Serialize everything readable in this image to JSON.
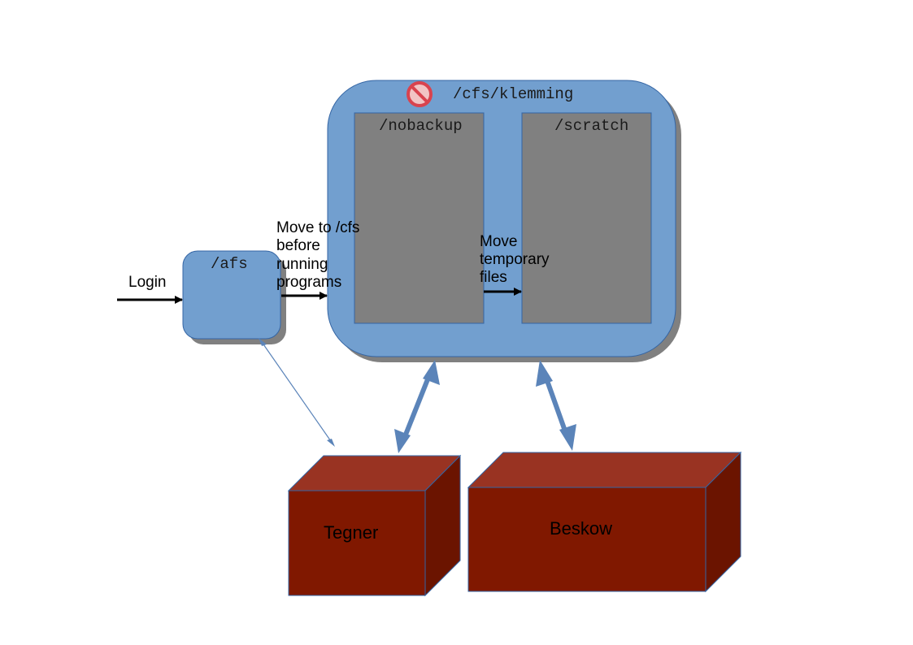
{
  "colors": {
    "storage_fill": "#729fcf",
    "storage_stroke": "#3465a4",
    "shadow": "#808080",
    "inner_fill": "#808080",
    "box_front": "#801800",
    "box_top": "#993322",
    "box_side": "#6b1400",
    "connector": "#5b84b9",
    "no_entry": "#d9434e"
  },
  "nodes": {
    "afs": {
      "label": "/afs"
    },
    "cfs": {
      "label": "/cfs/klemming",
      "badge_icon": "no-entry-icon"
    },
    "nobackup": {
      "label": "/nobackup"
    },
    "scratch": {
      "label": "/scratch"
    },
    "tegner": {
      "label": "Tegner"
    },
    "beskow": {
      "label": "Beskow"
    }
  },
  "edges": {
    "login": {
      "lines": [
        "Login"
      ]
    },
    "afs_to_cfs": {
      "lines": [
        "Move to /cfs",
        "before",
        "running",
        "programs"
      ]
    },
    "nobackup_to_scratch": {
      "lines": [
        "Move",
        "temporary",
        "files"
      ]
    }
  }
}
